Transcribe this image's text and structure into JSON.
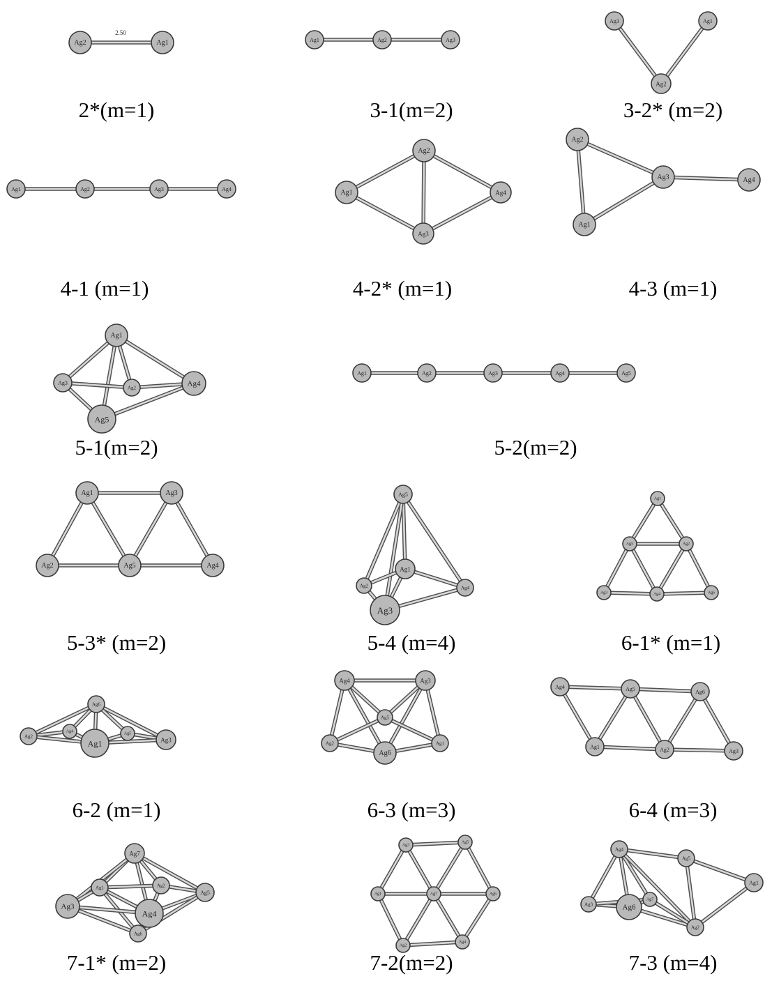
{
  "structures": [
    {
      "caption": "2*(m=1)",
      "annotation": "2.50",
      "atoms": [
        "Ag2",
        "Ag1"
      ],
      "bonds": [
        [
          "Ag2",
          "Ag1"
        ]
      ]
    },
    {
      "caption": "3-1(m=2)",
      "atoms": [
        "Ag1",
        "Ag2",
        "Ag3"
      ],
      "bonds": [
        [
          "Ag1",
          "Ag2"
        ],
        [
          "Ag2",
          "Ag3"
        ]
      ]
    },
    {
      "caption": "3-2* (m=2)",
      "atoms": [
        "Ag3",
        "Ag1",
        "Ag2"
      ],
      "bonds": [
        [
          "Ag3",
          "Ag2"
        ],
        [
          "Ag1",
          "Ag2"
        ]
      ]
    },
    {
      "caption": "4-1 (m=1)",
      "atoms": [
        "Ag1",
        "Ag2",
        "Ag3",
        "Ag4"
      ],
      "bonds": [
        [
          "Ag1",
          "Ag2"
        ],
        [
          "Ag2",
          "Ag3"
        ],
        [
          "Ag3",
          "Ag4"
        ]
      ]
    },
    {
      "caption": "4-2* (m=1)",
      "atoms": [
        "Ag2",
        "Ag1",
        "Ag4",
        "Ag3"
      ],
      "bonds": [
        [
          "Ag1",
          "Ag2"
        ],
        [
          "Ag1",
          "Ag3"
        ],
        [
          "Ag2",
          "Ag3"
        ],
        [
          "Ag2",
          "Ag4"
        ],
        [
          "Ag3",
          "Ag4"
        ]
      ]
    },
    {
      "caption": "4-3 (m=1)",
      "atoms": [
        "Ag2",
        "Ag3",
        "Ag4",
        "Ag1"
      ],
      "bonds": [
        [
          "Ag2",
          "Ag3"
        ],
        [
          "Ag2",
          "Ag1"
        ],
        [
          "Ag1",
          "Ag3"
        ],
        [
          "Ag3",
          "Ag4"
        ]
      ]
    },
    {
      "caption": "5-1(m=2)",
      "atoms": [
        "Ag1",
        "Ag3",
        "Ag2",
        "Ag4",
        "Ag5"
      ],
      "bonds": [
        [
          "Ag1",
          "Ag3"
        ],
        [
          "Ag1",
          "Ag2"
        ],
        [
          "Ag1",
          "Ag4"
        ],
        [
          "Ag1",
          "Ag5"
        ],
        [
          "Ag3",
          "Ag2"
        ],
        [
          "Ag3",
          "Ag5"
        ],
        [
          "Ag2",
          "Ag4"
        ],
        [
          "Ag5",
          "Ag4"
        ]
      ]
    },
    {
      "caption": "5-2(m=2)",
      "atoms": [
        "Ag1",
        "Ag2",
        "Ag3",
        "Ag4",
        "Ag5"
      ],
      "bonds": [
        [
          "Ag1",
          "Ag2"
        ],
        [
          "Ag2",
          "Ag3"
        ],
        [
          "Ag3",
          "Ag4"
        ],
        [
          "Ag4",
          "Ag5"
        ]
      ]
    },
    {
      "caption": "5-3* (m=2)",
      "atoms": [
        "Ag1",
        "Ag3",
        "Ag2",
        "Ag5",
        "Ag4"
      ],
      "bonds": [
        [
          "Ag1",
          "Ag3"
        ],
        [
          "Ag1",
          "Ag2"
        ],
        [
          "Ag1",
          "Ag5"
        ],
        [
          "Ag3",
          "Ag5"
        ],
        [
          "Ag3",
          "Ag4"
        ],
        [
          "Ag2",
          "Ag5"
        ],
        [
          "Ag5",
          "Ag4"
        ]
      ]
    },
    {
      "caption": "5-4 (m=4)",
      "atoms": [
        "Ag5",
        "Ag1",
        "Ag2",
        "Ag4",
        "Ag3"
      ],
      "bonds": [
        [
          "Ag5",
          "Ag1"
        ],
        [
          "Ag5",
          "Ag2"
        ],
        [
          "Ag5",
          "Ag4"
        ],
        [
          "Ag5",
          "Ag3"
        ],
        [
          "Ag1",
          "Ag2"
        ],
        [
          "Ag1",
          "Ag4"
        ],
        [
          "Ag1",
          "Ag3"
        ],
        [
          "Ag2",
          "Ag3"
        ],
        [
          "Ag4",
          "Ag3"
        ]
      ]
    },
    {
      "caption": "6-1* (m=1)",
      "atoms": [
        "Ag1",
        "Ag5",
        "Ag2",
        "Ag3",
        "Ag4",
        "Ag6"
      ],
      "bonds": [
        [
          "Ag1",
          "Ag5"
        ],
        [
          "Ag1",
          "Ag2"
        ],
        [
          "Ag5",
          "Ag2"
        ],
        [
          "Ag5",
          "Ag3"
        ],
        [
          "Ag5",
          "Ag4"
        ],
        [
          "Ag2",
          "Ag4"
        ],
        [
          "Ag2",
          "Ag6"
        ],
        [
          "Ag3",
          "Ag4"
        ],
        [
          "Ag4",
          "Ag6"
        ]
      ]
    },
    {
      "caption": "6-2 (m=1)",
      "atoms": [
        "Ag6",
        "Ag2",
        "Ag4",
        "Ag5",
        "Ag1",
        "Ag3"
      ],
      "bonds": [
        [
          "Ag6",
          "Ag2"
        ],
        [
          "Ag6",
          "Ag3"
        ],
        [
          "Ag6",
          "Ag1"
        ],
        [
          "Ag6",
          "Ag4"
        ],
        [
          "Ag6",
          "Ag5"
        ],
        [
          "Ag2",
          "Ag4"
        ],
        [
          "Ag2",
          "Ag1"
        ],
        [
          "Ag4",
          "Ag1"
        ],
        [
          "Ag5",
          "Ag1"
        ],
        [
          "Ag5",
          "Ag3"
        ],
        [
          "Ag1",
          "Ag3"
        ]
      ]
    },
    {
      "caption": "6-3 (m=3)",
      "atoms": [
        "Ag4",
        "Ag3",
        "Ag5",
        "Ag2",
        "Ag6",
        "Ag1"
      ],
      "bonds": [
        [
          "Ag4",
          "Ag3"
        ],
        [
          "Ag4",
          "Ag5"
        ],
        [
          "Ag4",
          "Ag2"
        ],
        [
          "Ag4",
          "Ag6"
        ],
        [
          "Ag3",
          "Ag5"
        ],
        [
          "Ag3",
          "Ag1"
        ],
        [
          "Ag3",
          "Ag6"
        ],
        [
          "Ag5",
          "Ag2"
        ],
        [
          "Ag5",
          "Ag1"
        ],
        [
          "Ag2",
          "Ag6"
        ],
        [
          "Ag6",
          "Ag1"
        ]
      ]
    },
    {
      "caption": "6-4 (m=3)",
      "atoms": [
        "Ag4",
        "Ag5",
        "Ag6",
        "Ag1",
        "Ag2",
        "Ag3"
      ],
      "bonds": [
        [
          "Ag4",
          "Ag5"
        ],
        [
          "Ag5",
          "Ag6"
        ],
        [
          "Ag4",
          "Ag1"
        ],
        [
          "Ag5",
          "Ag1"
        ],
        [
          "Ag5",
          "Ag2"
        ],
        [
          "Ag6",
          "Ag2"
        ],
        [
          "Ag6",
          "Ag3"
        ],
        [
          "Ag1",
          "Ag2"
        ],
        [
          "Ag2",
          "Ag3"
        ]
      ]
    },
    {
      "caption": "7-1* (m=2)",
      "atoms": [
        "Ag7",
        "Ag1",
        "Ag2",
        "Ag3",
        "Ag5",
        "Ag4",
        "Ag6"
      ],
      "bonds": [
        [
          "Ag7",
          "Ag1"
        ],
        [
          "Ag7",
          "Ag2"
        ],
        [
          "Ag7",
          "Ag3"
        ],
        [
          "Ag7",
          "Ag5"
        ],
        [
          "Ag7",
          "Ag4"
        ],
        [
          "Ag1",
          "Ag2"
        ],
        [
          "Ag1",
          "Ag3"
        ],
        [
          "Ag1",
          "Ag6"
        ],
        [
          "Ag1",
          "Ag4"
        ],
        [
          "Ag2",
          "Ag5"
        ],
        [
          "Ag2",
          "Ag4"
        ],
        [
          "Ag3",
          "Ag4"
        ],
        [
          "Ag3",
          "Ag6"
        ],
        [
          "Ag5",
          "Ag4"
        ],
        [
          "Ag5",
          "Ag6"
        ],
        [
          "Ag4",
          "Ag6"
        ]
      ]
    },
    {
      "caption": "7-2(m=2)",
      "atoms": [
        "Ag3",
        "Ag5",
        "Ag1",
        "Ag7",
        "Ag6",
        "Ag2",
        "Ag4"
      ],
      "bonds": [
        [
          "Ag3",
          "Ag5"
        ],
        [
          "Ag5",
          "Ag6"
        ],
        [
          "Ag6",
          "Ag4"
        ],
        [
          "Ag4",
          "Ag2"
        ],
        [
          "Ag2",
          "Ag1"
        ],
        [
          "Ag1",
          "Ag3"
        ],
        [
          "Ag7",
          "Ag3"
        ],
        [
          "Ag7",
          "Ag5"
        ],
        [
          "Ag7",
          "Ag6"
        ],
        [
          "Ag7",
          "Ag4"
        ],
        [
          "Ag7",
          "Ag2"
        ],
        [
          "Ag7",
          "Ag1"
        ]
      ]
    },
    {
      "caption": "7-3 (m=4)",
      "atoms": [
        "Ag4",
        "Ag5",
        "Ag1",
        "Ag3",
        "Ag6",
        "Ag7",
        "Ag2"
      ],
      "bonds": [
        [
          "Ag4",
          "Ag5"
        ],
        [
          "Ag4",
          "Ag3"
        ],
        [
          "Ag4",
          "Ag6"
        ],
        [
          "Ag4",
          "Ag7"
        ],
        [
          "Ag4",
          "Ag2"
        ],
        [
          "Ag5",
          "Ag1"
        ],
        [
          "Ag5",
          "Ag2"
        ],
        [
          "Ag1",
          "Ag2"
        ],
        [
          "Ag3",
          "Ag6"
        ],
        [
          "Ag3",
          "Ag7"
        ],
        [
          "Ag6",
          "Ag7"
        ],
        [
          "Ag6",
          "Ag2"
        ],
        [
          "Ag7",
          "Ag2"
        ]
      ]
    }
  ]
}
